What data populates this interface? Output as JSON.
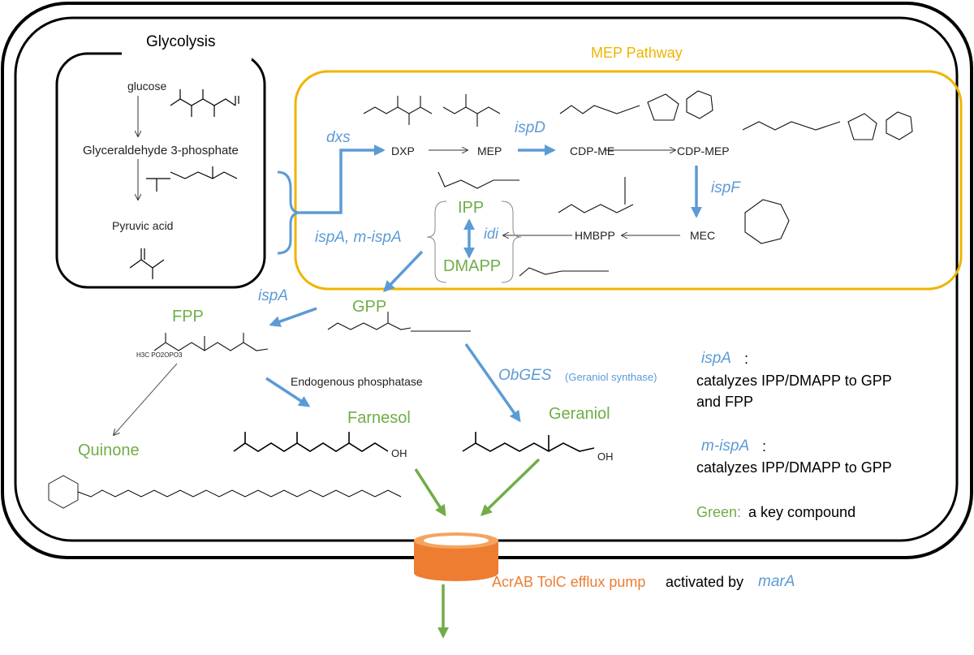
{
  "colors": {
    "blue": "#5b9bd5",
    "green": "#70ad47",
    "gold": "#f0b400",
    "orange": "#ed7d31",
    "black": "#000000"
  },
  "regions": {
    "glycolysis": "Glycolysis",
    "mep": "MEP Pathway"
  },
  "glycolysis": {
    "glucose": "glucose",
    "g3p": "Glyceraldehyde 3-phosphate",
    "pyruvic": "Pyruvic acid"
  },
  "mep": {
    "dxs": "dxs",
    "dxp": "DXP",
    "mep": "MEP",
    "ispD": "ispD",
    "cdp_me": "CDP-ME",
    "cdp_mep": "CDP-MEP",
    "ispF": "ispF",
    "mec": "MEC",
    "hmbpp": "HMBPP",
    "ipp": "IPP",
    "idi": "idi",
    "dmapp": "DMAPP",
    "ispA_m_ispA": "ispA,  m-ispA"
  },
  "downstream": {
    "gpp": "GPP",
    "ispA": "ispA",
    "fpp": "FPP",
    "fpp_tail": "H3C PO2OPO3",
    "endo": "Endogenous phosphatase",
    "obges": "ObGES",
    "obges_note": "(Geraniol synthase)",
    "farnesol": "Farnesol",
    "geraniol": "Geraniol",
    "quinone": "Quinone",
    "oh": "OH"
  },
  "legend": {
    "ispA_label": "ispA",
    "ispA_desc_1": "catalyzes IPP/DMAPP to GPP",
    "ispA_desc_2": "and  FPP",
    "m_ispA_label": "m-ispA",
    "m_ispA_desc": "catalyzes IPP/DMAPP to GPP",
    "green_label": "Green:",
    "green_desc": "a key compound"
  },
  "pump": {
    "name": "AcrAB TolC efflux pump",
    "activated": "activated by",
    "gene": "marA"
  }
}
